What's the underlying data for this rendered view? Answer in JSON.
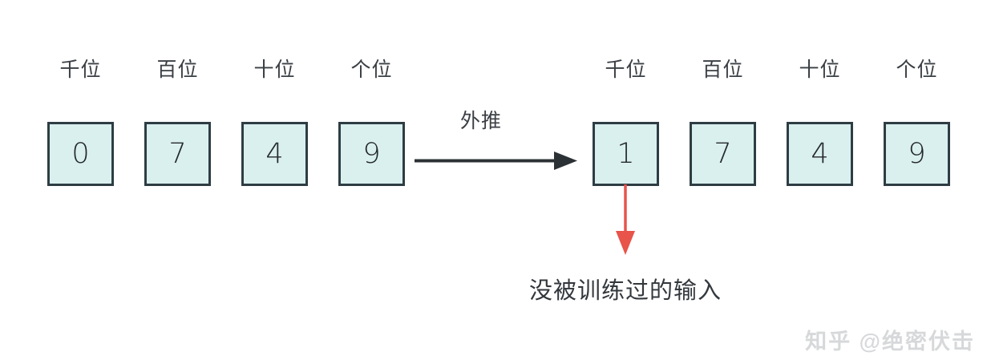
{
  "diagram": {
    "background_color": "#ffffff",
    "box_fill": "#daf0ef",
    "box_border": "#2e3d44",
    "arrow_color": "#2b3135",
    "red_color": "#e8534a",
    "left_group": {
      "columns": [
        {
          "label": "千位",
          "digit": "0"
        },
        {
          "label": "百位",
          "digit": "7"
        },
        {
          "label": "十位",
          "digit": "4"
        },
        {
          "label": "个位",
          "digit": "9"
        }
      ]
    },
    "right_group": {
      "columns": [
        {
          "label": "千位",
          "digit": "1"
        },
        {
          "label": "百位",
          "digit": "7"
        },
        {
          "label": "十位",
          "digit": "4"
        },
        {
          "label": "个位",
          "digit": "9"
        }
      ]
    },
    "transition_label": "外推",
    "untrained_caption": "没被训练过的输入"
  },
  "watermark": {
    "text": "知乎 @绝密伏击"
  }
}
